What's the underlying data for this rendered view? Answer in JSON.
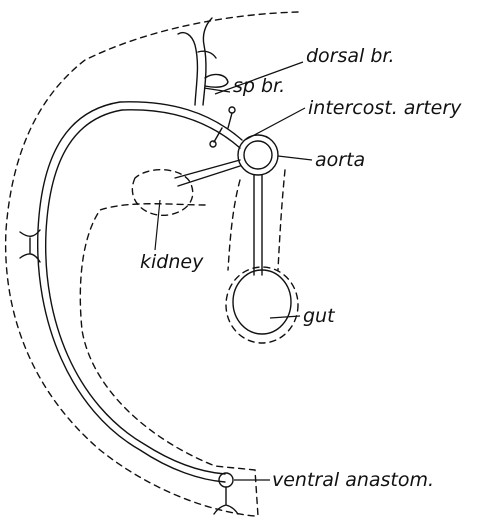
{
  "diagram": {
    "labels": {
      "dorsal_br": "dorsal br.",
      "sp_br": "sp br.",
      "intercost_artery": "intercost. artery",
      "aorta": "aorta",
      "kidney": "kidney",
      "gut": "gut",
      "ventral_anastom": "ventral anastom."
    },
    "colors": {
      "ink": "#111111",
      "background": "#ffffff"
    }
  }
}
